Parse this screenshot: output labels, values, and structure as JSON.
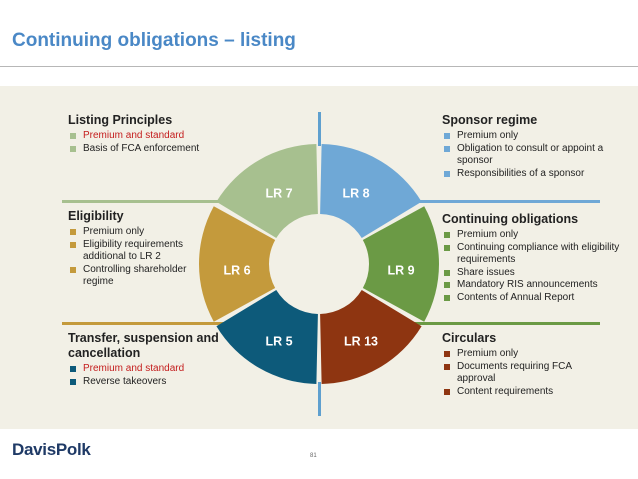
{
  "title": "Continuing obligations – listing",
  "colors": {
    "lr7": "#a7c08f",
    "lr8": "#6fa8d6",
    "lr9": "#6b9a45",
    "lr13": "#8e3511",
    "lr5": "#0d5a7a",
    "lr6": "#c49a3c",
    "axis": "#5fa0cf",
    "title": "#4a88c6"
  },
  "segments": [
    {
      "label": "LR 7"
    },
    {
      "label": "LR 8"
    },
    {
      "label": "LR 9"
    },
    {
      "label": "LR 13"
    },
    {
      "label": "LR 5"
    },
    {
      "label": "LR 6"
    }
  ],
  "blocks": {
    "listing_principles": {
      "heading": "Listing Principles",
      "items": [
        {
          "text": "Premium and standard",
          "highlight": true
        },
        {
          "text": "Basis of FCA enforcement",
          "highlight": false
        }
      ]
    },
    "eligibility": {
      "heading": "Eligibility",
      "items": [
        {
          "text": "Premium only"
        },
        {
          "text": "Eligibility requirements additional to LR 2"
        },
        {
          "text": "Controlling shareholder regime"
        }
      ]
    },
    "transfer": {
      "heading": "Transfer, suspension and cancellation",
      "items": [
        {
          "text": "Premium and standard",
          "highlight": true
        },
        {
          "text": "Reverse takeovers",
          "highlight": false
        }
      ]
    },
    "sponsor": {
      "heading": "Sponsor regime",
      "items": [
        {
          "text": "Premium only"
        },
        {
          "text": "Obligation to consult or appoint a sponsor"
        },
        {
          "text": "Responsibilities of a sponsor"
        }
      ]
    },
    "continuing": {
      "heading": "Continuing obligations",
      "items": [
        {
          "text": "Premium only"
        },
        {
          "text": "Continuing compliance with eligibility requirements"
        },
        {
          "text": "Share issues"
        },
        {
          "text": "Mandatory RIS announcements"
        },
        {
          "text": "Contents of Annual Report"
        }
      ]
    },
    "circulars": {
      "heading": "Circulars",
      "items": [
        {
          "text": "Premium only"
        },
        {
          "text": "Documents requiring FCA approval"
        },
        {
          "text": "Content requirements"
        }
      ]
    }
  },
  "footer": {
    "logo": "DavisPolk",
    "page": "81"
  }
}
